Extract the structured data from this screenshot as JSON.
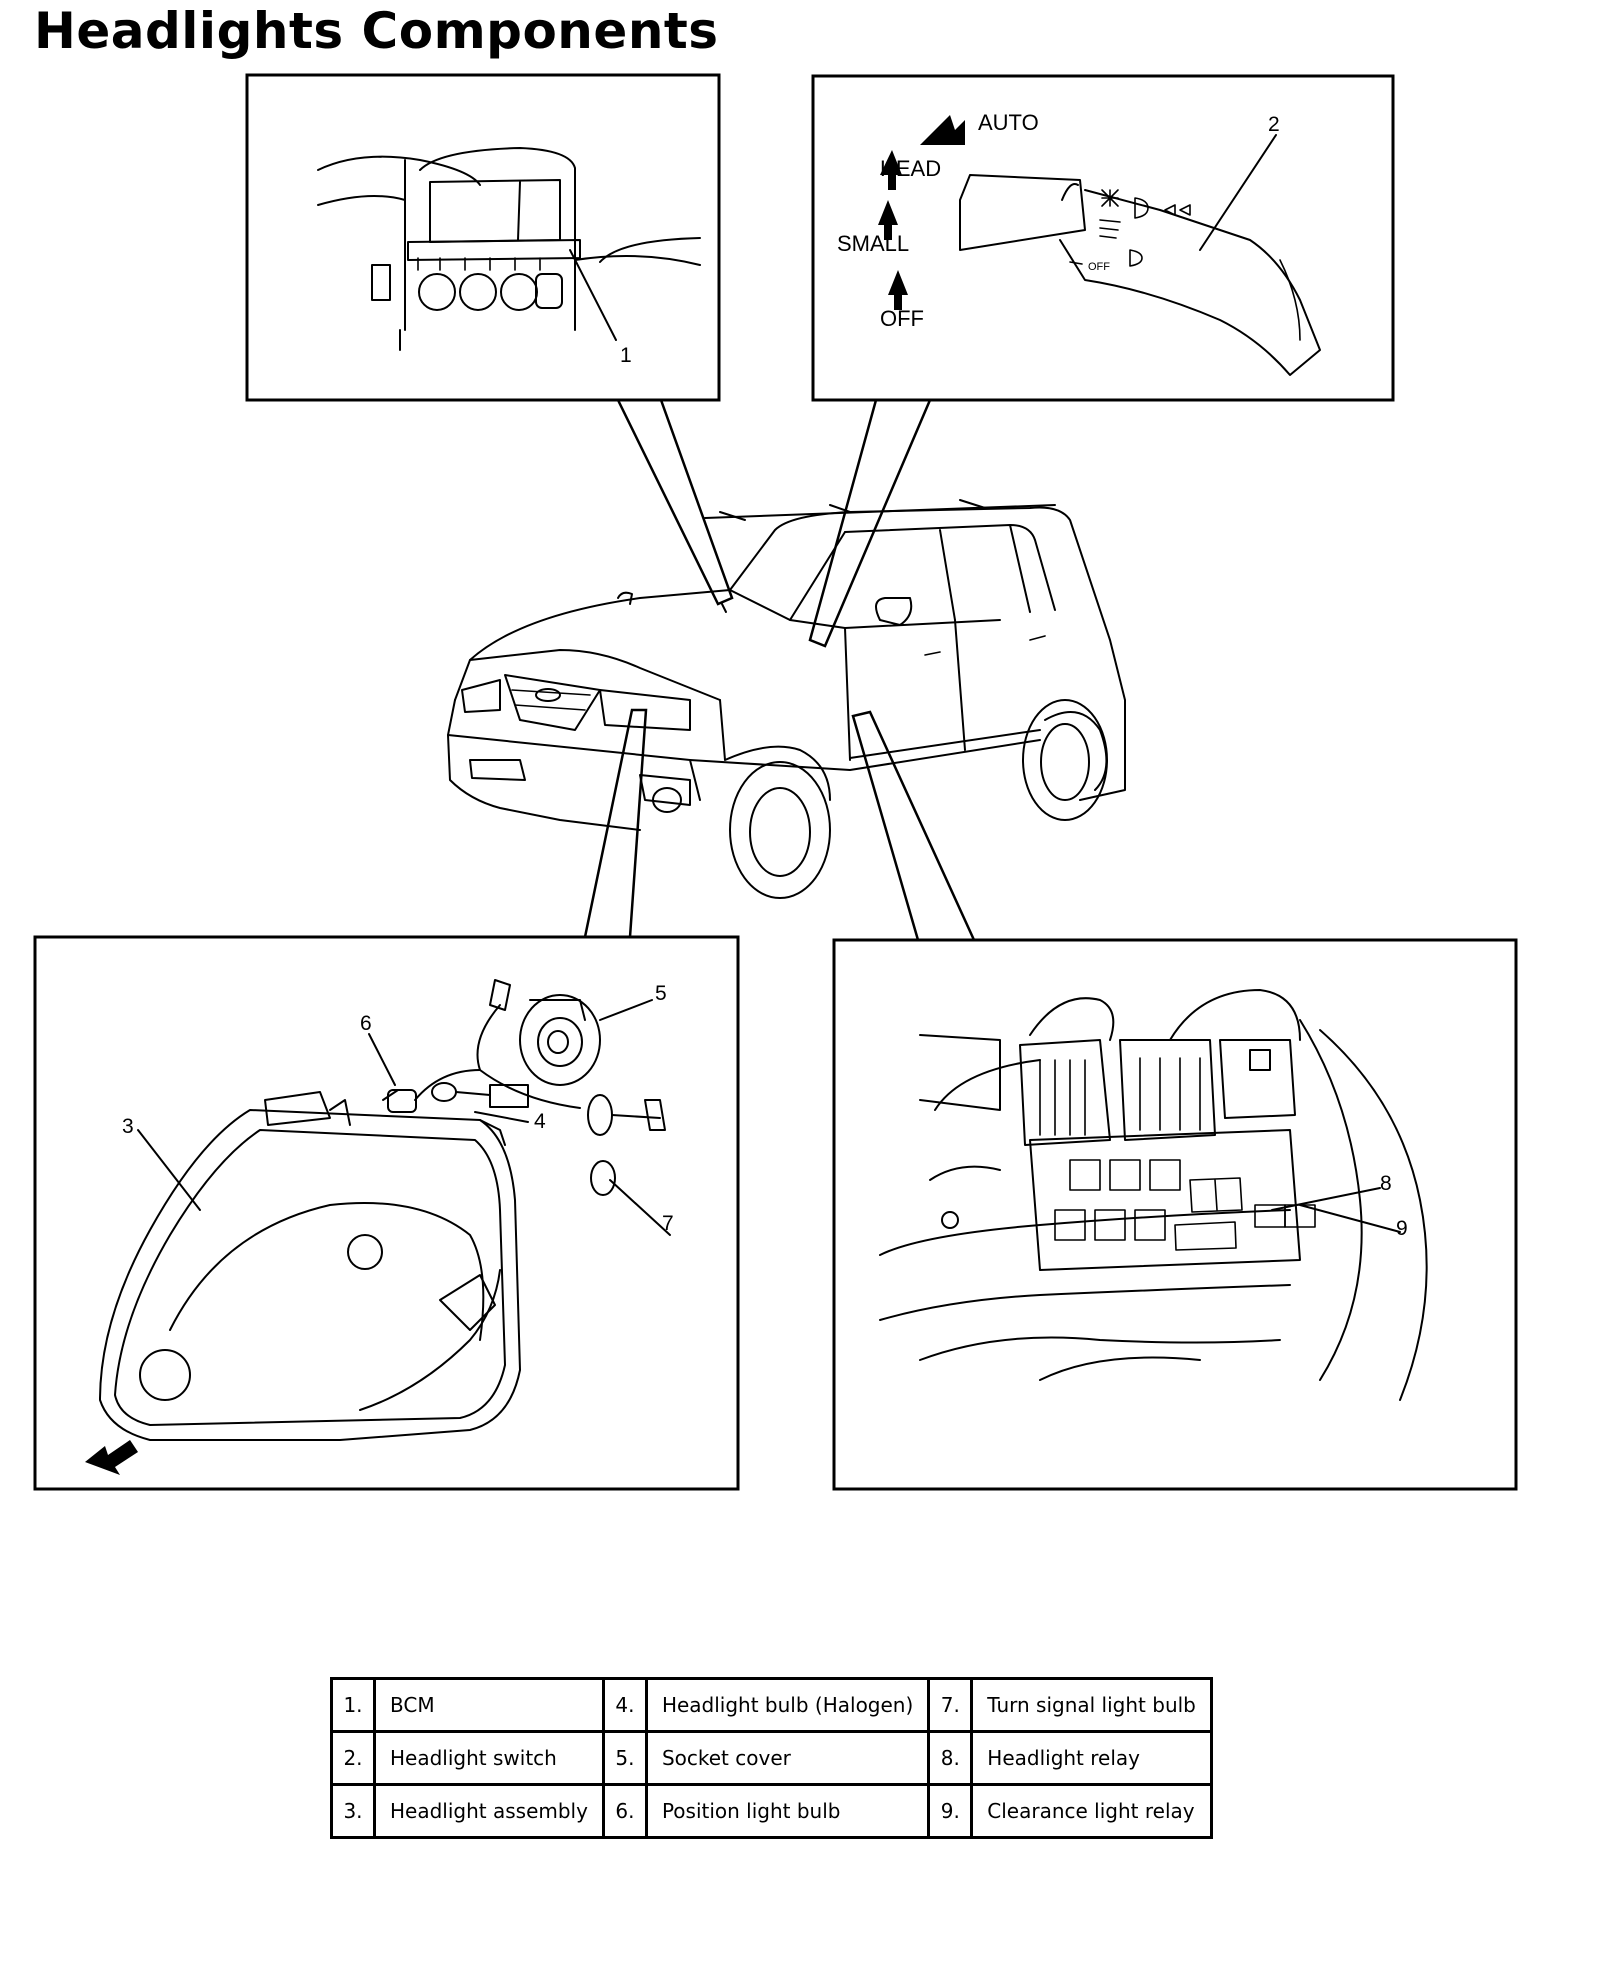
{
  "title": "Headlights Components",
  "switch_positions": {
    "off": "OFF",
    "small": "SMALL",
    "head": "HEAD",
    "auto": "AUTO",
    "stalk_off": "OFF"
  },
  "callouts": [
    "1",
    "2",
    "3",
    "4",
    "5",
    "6",
    "7",
    "8",
    "9"
  ],
  "legend": {
    "rows": [
      [
        {
          "num": "1.",
          "label": "BCM"
        },
        {
          "num": "4.",
          "label": "Headlight bulb (Halogen)"
        },
        {
          "num": "7.",
          "label": "Turn signal light bulb"
        }
      ],
      [
        {
          "num": "2.",
          "label": "Headlight switch"
        },
        {
          "num": "5.",
          "label": "Socket cover"
        },
        {
          "num": "8.",
          "label": "Headlight relay"
        }
      ],
      [
        {
          "num": "3.",
          "label": "Headlight assembly"
        },
        {
          "num": "6.",
          "label": "Position light bulb"
        },
        {
          "num": "9.",
          "label": "Clearance light relay"
        }
      ]
    ]
  }
}
